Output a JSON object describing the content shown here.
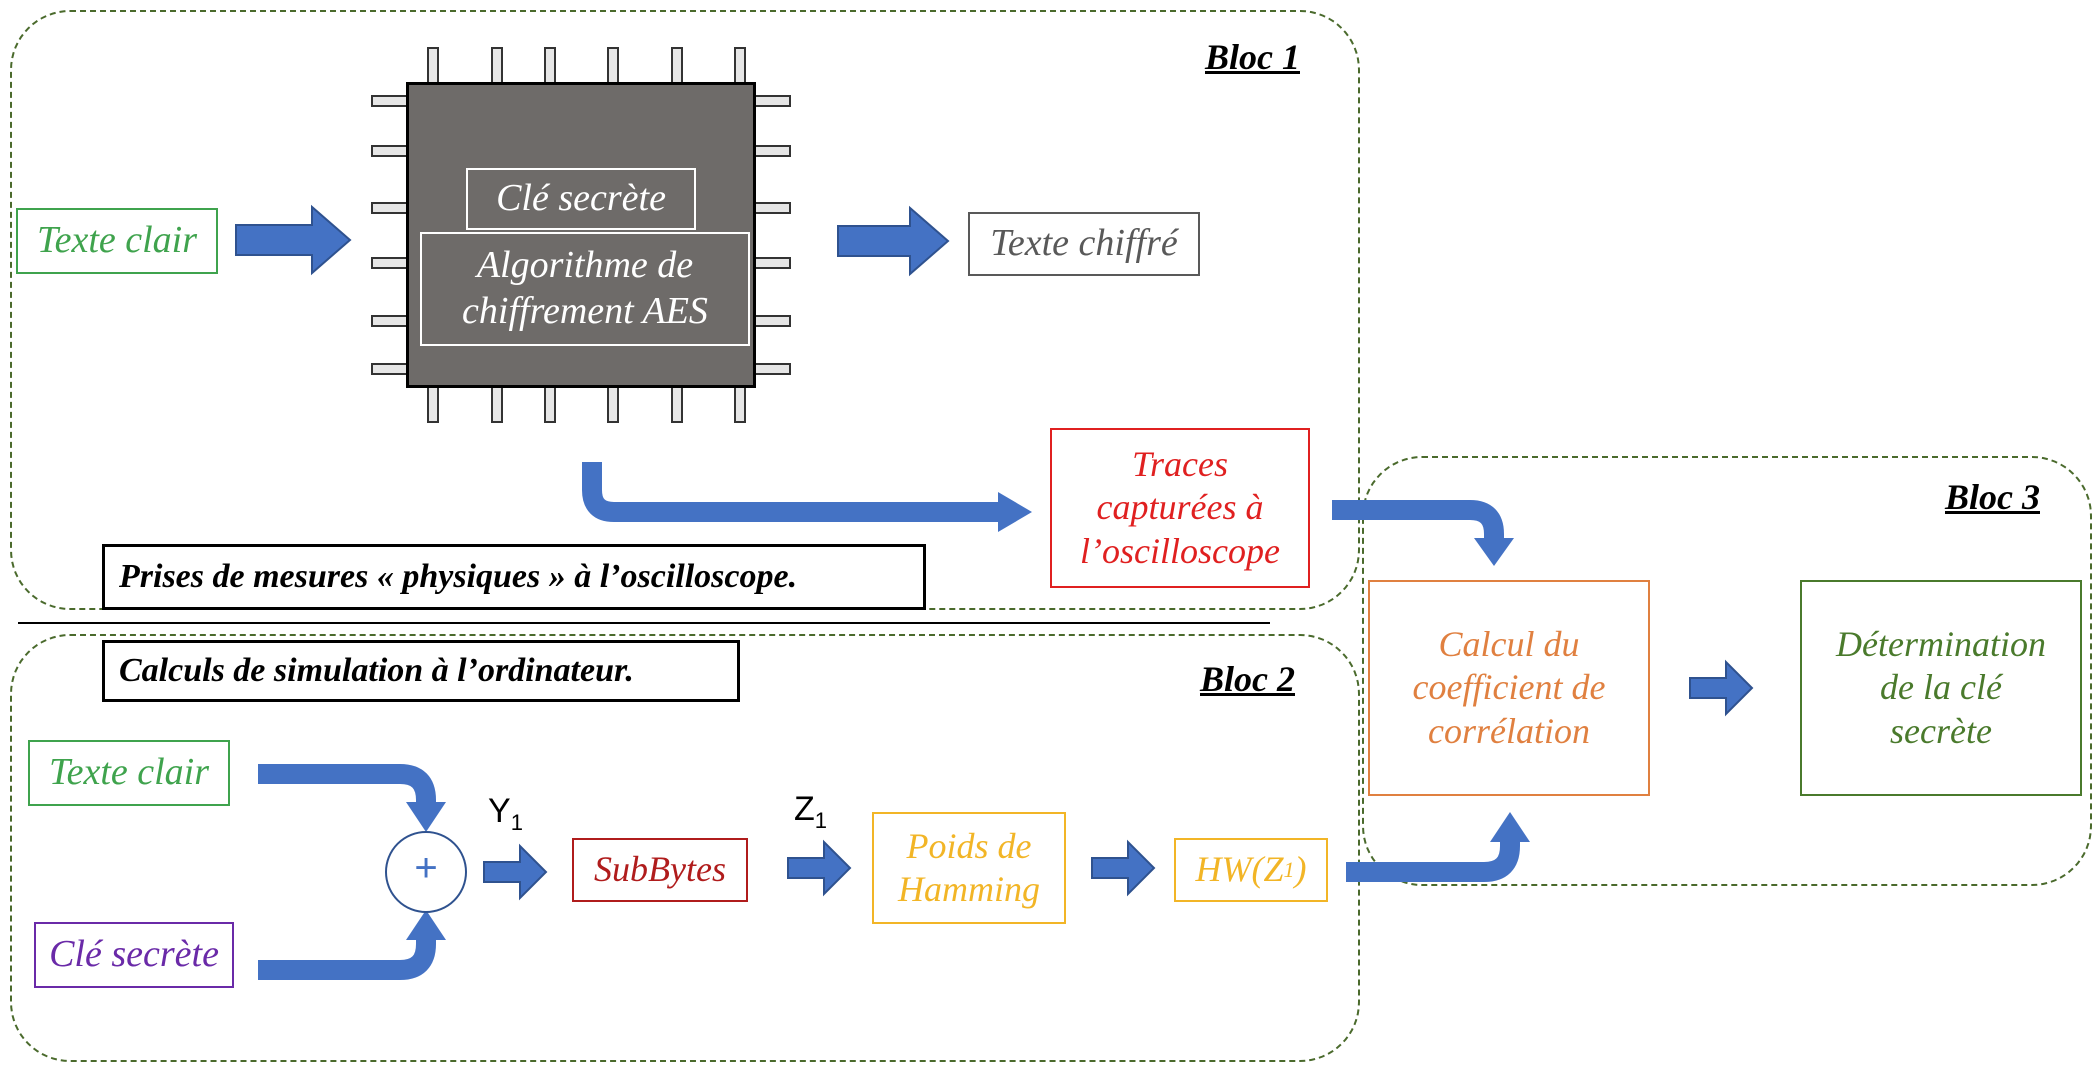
{
  "bloc1": {
    "title": "Bloc 1"
  },
  "bloc2": {
    "title": "Bloc 2"
  },
  "bloc3": {
    "title": "Bloc 3"
  },
  "chip": {
    "key": "Clé secrète",
    "algo_line1": "Algorithme de",
    "algo_line2": "chiffrement AES"
  },
  "texte_clair_1": "Texte clair",
  "texte_chiffre": "Texte chiffré",
  "traces": {
    "line1": "Traces",
    "line2": "capturées à",
    "line3": "l’oscilloscope"
  },
  "note_physique": "Prises de mesures « physiques » à l’oscilloscope.",
  "note_simulation": "Calculs de simulation à l’ordinateur.",
  "texte_clair_2": "Texte clair",
  "cle_secrete_2": "Clé secrète",
  "xor_symbol": "+",
  "y1": {
    "base": "Y",
    "sub": "1"
  },
  "z1": {
    "base": "Z",
    "sub": "1"
  },
  "subbytes": "SubBytes",
  "poids": {
    "line1": "Poids de",
    "line2": "Hamming"
  },
  "hw": {
    "prefix": "HW(Z",
    "sub": "1",
    "suffix": ")"
  },
  "calcul": {
    "line1": "Calcul du",
    "line2": "coefficient de",
    "line3": "corrélation"
  },
  "determination": {
    "line1": "Détermination",
    "line2": "de la clé",
    "line3": "secrète"
  },
  "colors": {
    "green": "#3fa34d",
    "gray": "#595959",
    "red": "#e02020",
    "purple": "#6a2aa8",
    "darkred": "#b01c1c",
    "yellow": "#f2b526",
    "orange": "#e08040",
    "darkgreen": "#4a7a2c",
    "arrow": "#4472c4",
    "chip": "#6e6b69"
  }
}
